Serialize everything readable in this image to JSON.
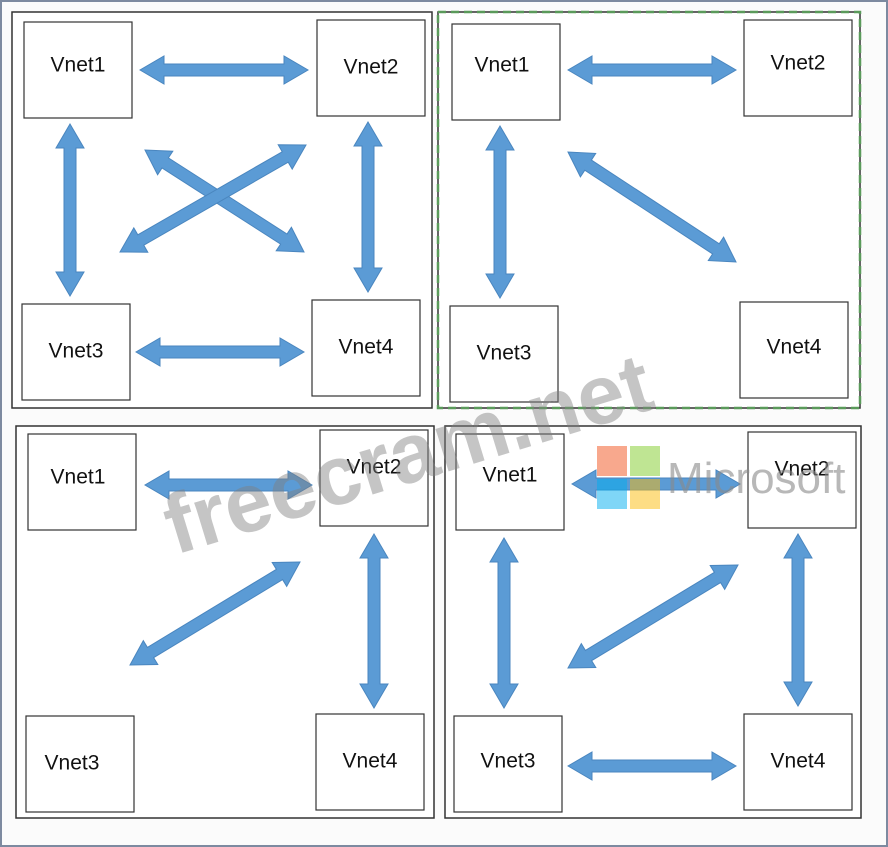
{
  "panels": [
    {
      "nodes": [
        {
          "id": "vnet1",
          "label": "Vnet1"
        },
        {
          "id": "vnet2",
          "label": "Vnet2"
        },
        {
          "id": "vnet3",
          "label": "Vnet3"
        },
        {
          "id": "vnet4",
          "label": "Vnet4"
        }
      ],
      "links": [
        [
          "vnet1",
          "vnet2"
        ],
        [
          "vnet1",
          "vnet3"
        ],
        [
          "vnet1",
          "vnet4"
        ],
        [
          "vnet2",
          "vnet3"
        ],
        [
          "vnet2",
          "vnet4"
        ],
        [
          "vnet3",
          "vnet4"
        ]
      ],
      "selected": false
    },
    {
      "nodes": [
        {
          "id": "vnet1",
          "label": "Vnet1"
        },
        {
          "id": "vnet2",
          "label": "Vnet2"
        },
        {
          "id": "vnet3",
          "label": "Vnet3"
        },
        {
          "id": "vnet4",
          "label": "Vnet4"
        }
      ],
      "links": [
        [
          "vnet1",
          "vnet2"
        ],
        [
          "vnet1",
          "vnet3"
        ],
        [
          "vnet1",
          "vnet4"
        ]
      ],
      "selected": true
    },
    {
      "nodes": [
        {
          "id": "vnet1",
          "label": "Vnet1"
        },
        {
          "id": "vnet2",
          "label": "Vnet2"
        },
        {
          "id": "vnet3",
          "label": "Vnet3"
        },
        {
          "id": "vnet4",
          "label": "Vnet4"
        }
      ],
      "links": [
        [
          "vnet2",
          "vnet1"
        ],
        [
          "vnet2",
          "vnet3"
        ],
        [
          "vnet2",
          "vnet4"
        ]
      ],
      "selected": false
    },
    {
      "nodes": [
        {
          "id": "vnet1",
          "label": "Vnet1"
        },
        {
          "id": "vnet2",
          "label": "Vnet2"
        },
        {
          "id": "vnet3",
          "label": "Vnet3"
        },
        {
          "id": "vnet4",
          "label": "Vnet4"
        }
      ],
      "links": [
        [
          "vnet1",
          "vnet2"
        ],
        [
          "vnet1",
          "vnet3"
        ],
        [
          "vnet2",
          "vnet3"
        ],
        [
          "vnet2",
          "vnet4"
        ],
        [
          "vnet3",
          "vnet4"
        ]
      ],
      "selected": false
    }
  ],
  "watermark": "freecram.net",
  "brand": "Microsoft",
  "colors": {
    "arrow": "#5b9bd5",
    "arrow_stroke": "#4a86bf",
    "box_border": "#333333",
    "selection_dash": "#5a9a5a",
    "panel_border": "#333333",
    "logo_red": "#f1511b",
    "logo_green": "#80cc28",
    "logo_blue": "#00adef",
    "logo_yellow": "#fbbc09"
  }
}
